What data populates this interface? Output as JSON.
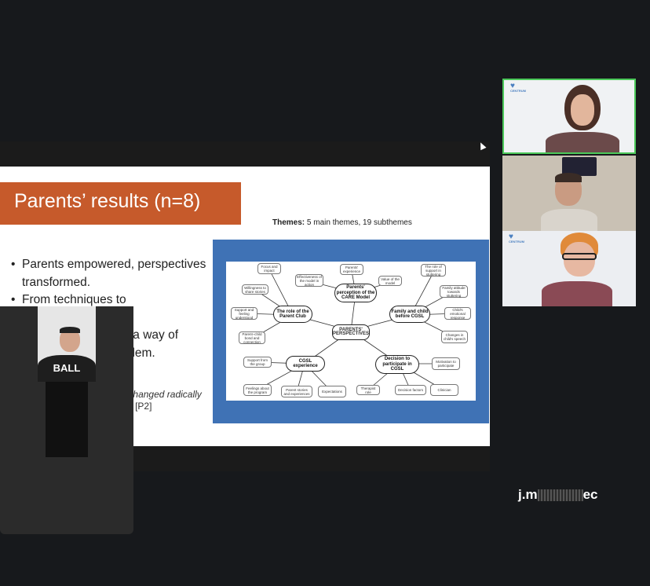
{
  "slide": {
    "title": "Parents’ results (n=8)",
    "themes_label": "Themes:",
    "themes_text": "5 main themes, 19 subthemes",
    "bullets": [
      "Parents empowered, perspectives transformed.",
      "From techniques to understanding.",
      "Seeing stuttering as a way of speaking, not a problem."
    ],
    "quote": "My perspective on stuttering changed radically – is simply a way of speaking.",
    "quote_ref": "[P2]",
    "toolbar": "‹ › ✎ ⌕ ⋯"
  },
  "diagram": {
    "center": "PARENTS' PERSPECTIVES",
    "main_themes": [
      "Parents' perception of the CARE Model",
      "The role of the Parent Club",
      "Family and child before CGSL",
      "CGSL experience",
      "Decision to participate in CGSL"
    ],
    "subthemes": [
      "Focus and impact",
      "Parents' experience",
      "Effectiveness of the model in action",
      "Value of the model",
      "The role of support in stuttering",
      "Willingness to share stories",
      "Family attitude towards stuttering",
      "Support and feeling understood",
      "Child's emotional response",
      "Parent–child bond and connection",
      "Changes in child's speech",
      "Support from the group",
      "Feelings about the program",
      "Parent stories and experiences",
      "Expectations",
      "Motivation to participate",
      "Therapist role",
      "Decision factors",
      "Clinician"
    ]
  },
  "participants": {
    "tile_logo": "CENTRUM",
    "name_prefix": "j.m",
    "name_suffix": "ec"
  },
  "colors": {
    "accent_orange": "#c65a2b",
    "diagram_blue": "#3f72b5",
    "active_speaker": "#4cc95a"
  }
}
